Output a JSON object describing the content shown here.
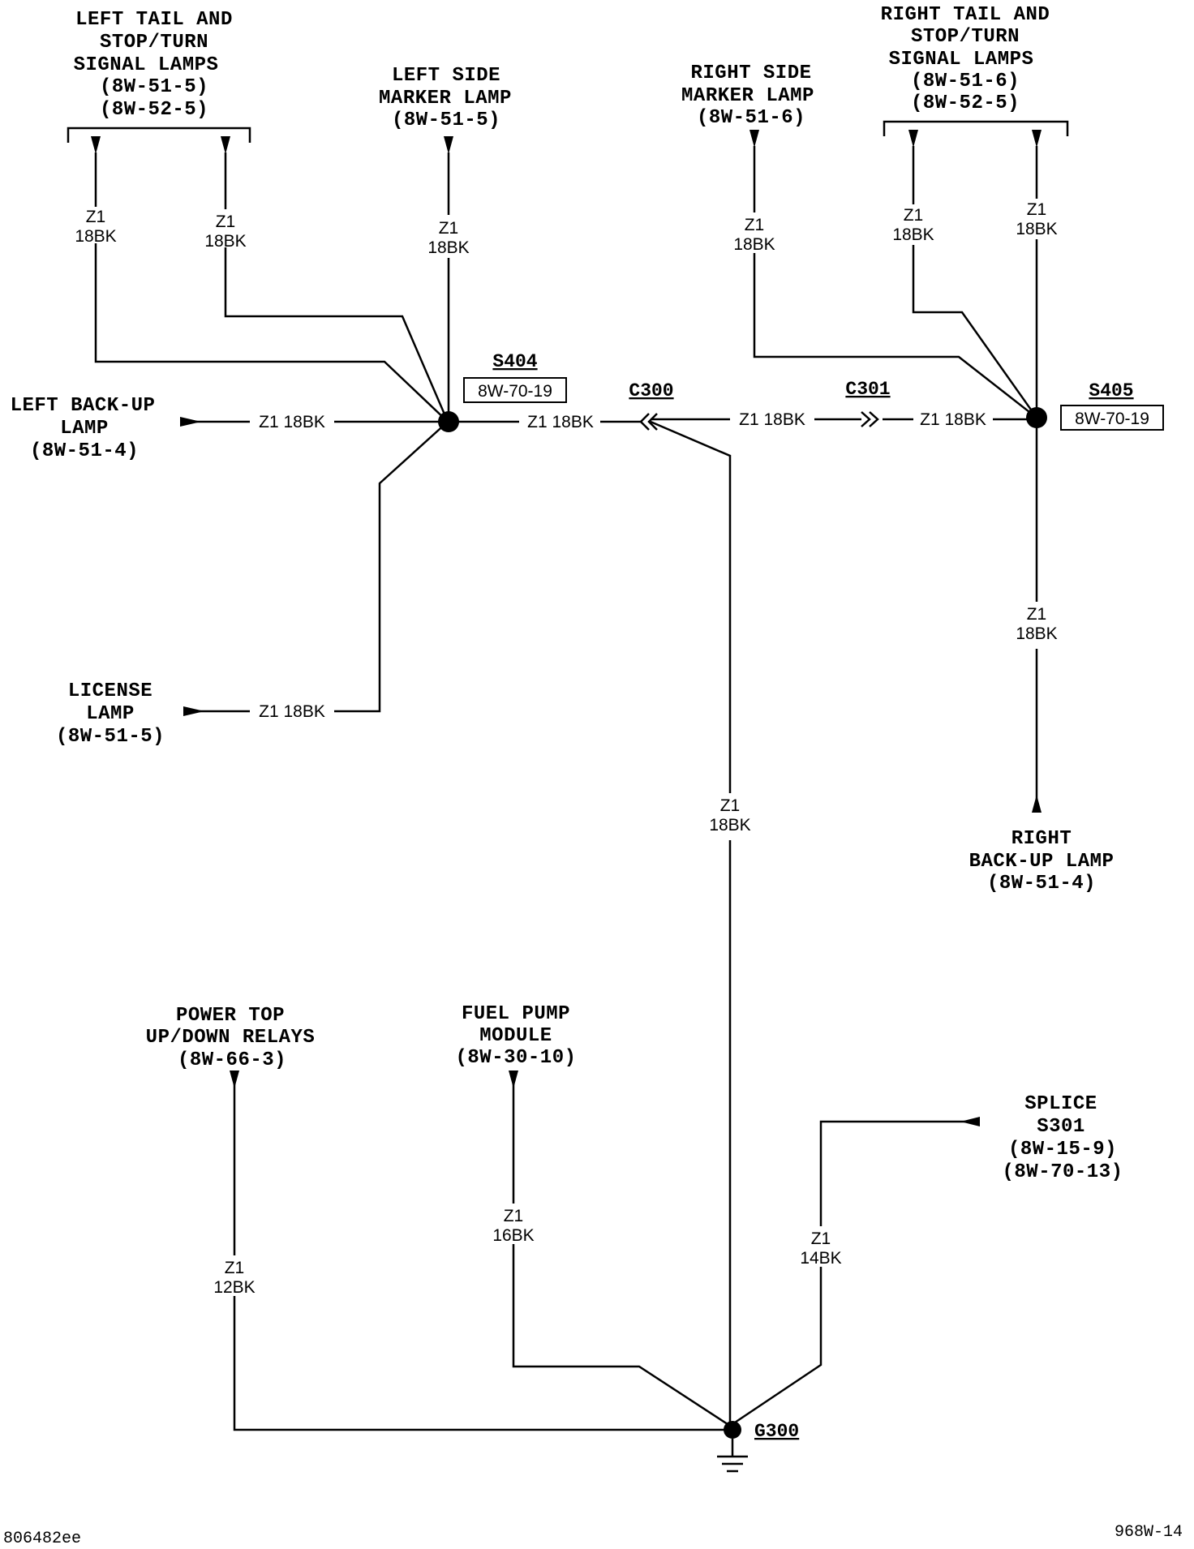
{
  "components": {
    "left_tail": [
      "LEFT TAIL AND",
      "STOP/TURN",
      "SIGNAL LAMPS",
      "(8W-51-5)",
      "(8W-52-5)"
    ],
    "left_side_marker": [
      "LEFT SIDE",
      "MARKER LAMP",
      "(8W-51-5)"
    ],
    "right_side_marker": [
      "RIGHT SIDE",
      "MARKER LAMP",
      "(8W-51-6)"
    ],
    "right_tail": [
      "RIGHT TAIL AND",
      "STOP/TURN",
      "SIGNAL LAMPS",
      "(8W-51-6)",
      "(8W-52-5)"
    ],
    "left_backup": [
      "LEFT BACK-UP",
      "LAMP",
      "(8W-51-4)"
    ],
    "license": [
      "LICENSE",
      "LAMP",
      "(8W-51-5)"
    ],
    "right_backup": [
      "RIGHT",
      "BACK-UP LAMP",
      "(8W-51-4)"
    ],
    "power_top": [
      "POWER TOP",
      "UP/DOWN RELAYS",
      "(8W-66-3)"
    ],
    "fuel_pump": [
      "FUEL PUMP",
      "MODULE",
      "(8W-30-10)"
    ],
    "splice_s301": [
      "SPLICE",
      "S301",
      "(8W-15-9)",
      "(8W-70-13)"
    ]
  },
  "splices": {
    "s404": {
      "id": "S404",
      "ref": "8W-70-19"
    },
    "s405": {
      "id": "S405",
      "ref": "8W-70-19"
    }
  },
  "connectors": {
    "c300": "C300",
    "c301": "C301"
  },
  "ground": {
    "id": "G300"
  },
  "wires": {
    "lt_a": [
      "Z1",
      "18BK"
    ],
    "lt_b": [
      "Z1",
      "18BK"
    ],
    "lsm": [
      "Z1",
      "18BK"
    ],
    "rsm": [
      "Z1",
      "18BK"
    ],
    "rt_a": [
      "Z1",
      "18BK"
    ],
    "rt_b": [
      "Z1",
      "18BK"
    ],
    "lbu": "Z1 18BK",
    "s404_c300": "Z1 18BK",
    "c300_c301": "Z1 18BK",
    "c301_s405": "Z1 18BK",
    "lic": "Z1 18BK",
    "rbu": [
      "Z1",
      "18BK"
    ],
    "c300_g300": [
      "Z1",
      "18BK"
    ],
    "pt": [
      "Z1",
      "12BK"
    ],
    "fp": [
      "Z1",
      "16BK"
    ],
    "s301": [
      "Z1",
      "14BK"
    ]
  },
  "footer": {
    "left": "806482ee",
    "right": "968W-14"
  }
}
